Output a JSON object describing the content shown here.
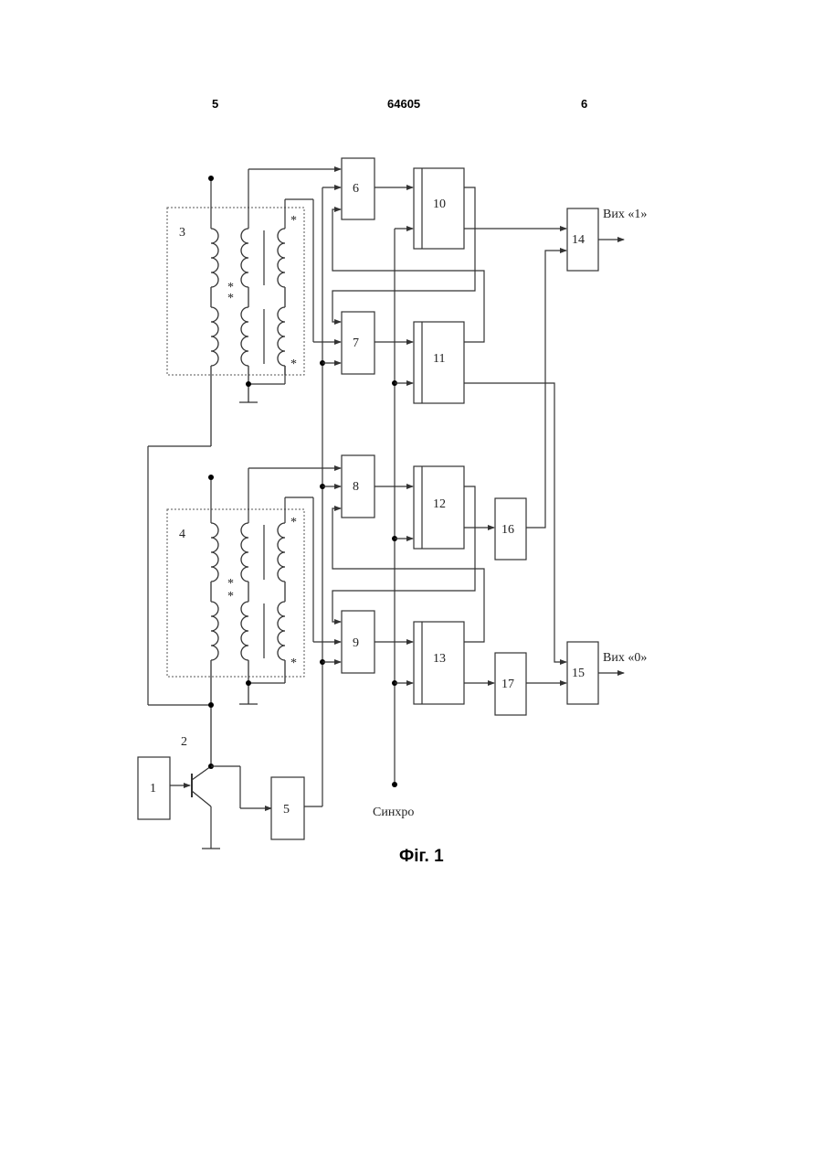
{
  "header": {
    "page_left": "5",
    "patent_number": "64605",
    "page_right": "6"
  },
  "figure": {
    "caption": "Фіг. 1",
    "blocks": [
      "1",
      "2",
      "3",
      "4",
      "5",
      "6",
      "7",
      "8",
      "9",
      "10",
      "11",
      "12",
      "13",
      "14",
      "15",
      "16",
      "17"
    ],
    "inputs": {
      "sync": "Синхро"
    },
    "outputs": {
      "out1": "Вих «1»",
      "out0": "Вих «0»"
    },
    "winding_marks": {
      "star": "*"
    }
  }
}
